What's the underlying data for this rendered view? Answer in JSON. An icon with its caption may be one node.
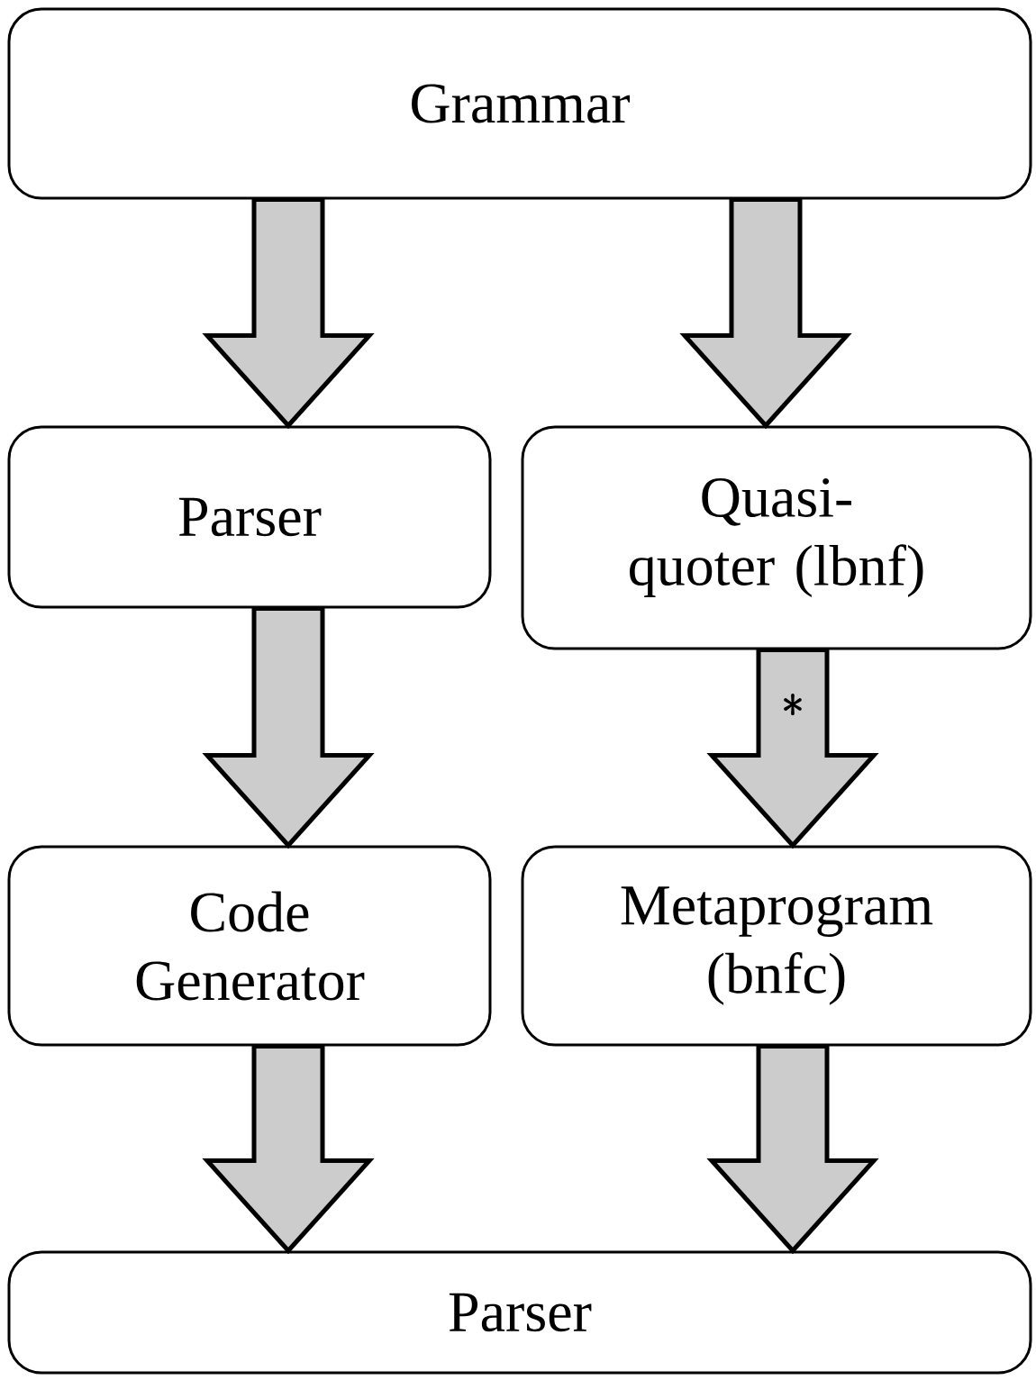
{
  "diagram": {
    "nodes": [
      {
        "text": [
          "Grammar"
        ]
      },
      {
        "text": [
          "Parser"
        ]
      },
      {
        "text": [
          "Quasi-quoter (lbnf)"
        ]
      },
      {
        "text": [
          "Code Generator"
        ]
      },
      {
        "text": [
          "Metaprogram (bnfc)"
        ]
      },
      {
        "text": [
          "Parser"
        ]
      }
    ],
    "edges": [
      {
        "from": 0,
        "to": 1,
        "arrow": "to"
      },
      {
        "from": 0,
        "to": 2,
        "arrow": "to"
      },
      {
        "from": 1,
        "to": 3,
        "arrow": "to"
      },
      {
        "from": 2,
        "to": 4,
        "arrow": "to",
        "label": "*"
      },
      {
        "from": 3,
        "to": 5,
        "arrow": "to"
      },
      {
        "from": 4,
        "to": 5,
        "arrow": "to"
      }
    ]
  }
}
